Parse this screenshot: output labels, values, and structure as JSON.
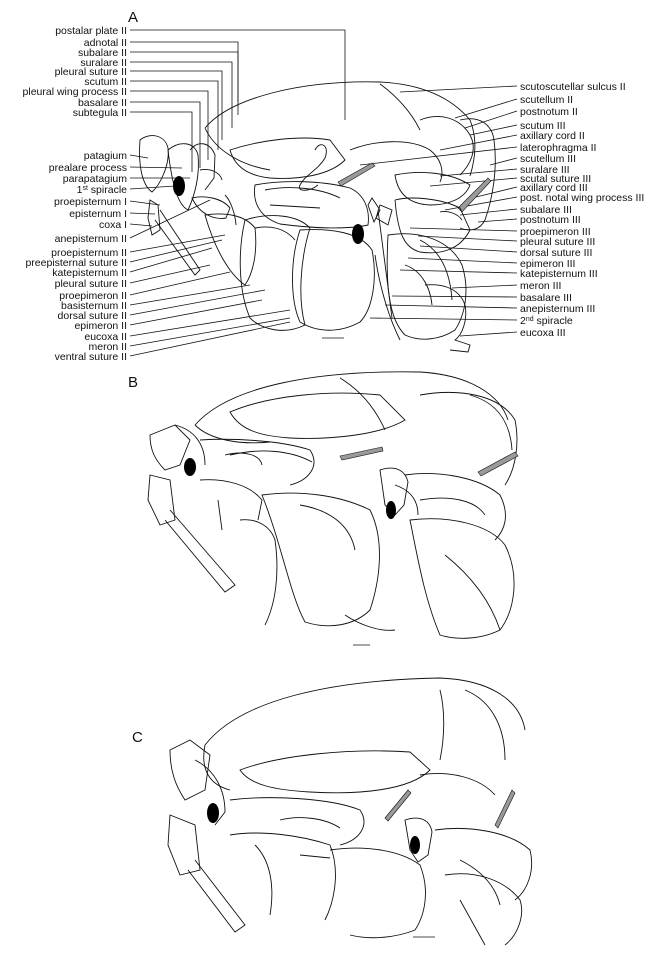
{
  "panels": [
    "A",
    "B",
    "C"
  ],
  "left_labels": [
    {
      "t": "postalar plate II"
    },
    {
      "t": "adnotal II"
    },
    {
      "t": "subalare II"
    },
    {
      "t": "suralare II"
    },
    {
      "t": "pleural suture II"
    },
    {
      "t": "scutum II"
    },
    {
      "t": "pleural wing process II"
    },
    {
      "t": "basalare II"
    },
    {
      "t": "subtegula II"
    },
    {
      "t": "patagium"
    },
    {
      "t": "prealare process"
    },
    {
      "t": "parapatagium"
    },
    {
      "t": "1st spiracle",
      "base": "1",
      "sup": "st",
      "rest": " spiracle"
    },
    {
      "t": "proepisternum I"
    },
    {
      "t": "episternum I"
    },
    {
      "t": "coxa I"
    },
    {
      "t": "anepisternum II"
    },
    {
      "t": "proepisternum II"
    },
    {
      "t": "preepisternal suture II"
    },
    {
      "t": "katepisternum II"
    },
    {
      "t": "pleural suture II"
    },
    {
      "t": "proepimeron II"
    },
    {
      "t": "basisternum II"
    },
    {
      "t": "dorsal suture II"
    },
    {
      "t": "epimeron II"
    },
    {
      "t": "eucoxa II"
    },
    {
      "t": "meron II"
    },
    {
      "t": "ventral suture II"
    }
  ],
  "right_labels": [
    {
      "t": "scutoscutellar sulcus II"
    },
    {
      "t": "scutellum II"
    },
    {
      "t": "postnotum II"
    },
    {
      "t": "scutum III"
    },
    {
      "t": "axillary cord II"
    },
    {
      "t": "laterophragma II"
    },
    {
      "t": "scutellum III"
    },
    {
      "t": "suralare III"
    },
    {
      "t": "scutal suture III"
    },
    {
      "t": "axillary cord III"
    },
    {
      "t": "post. notal wing process III"
    },
    {
      "t": "subalare III"
    },
    {
      "t": "postnotum III"
    },
    {
      "t": "proepimeron III"
    },
    {
      "t": "pleural suture III"
    },
    {
      "t": "dorsal suture III"
    },
    {
      "t": "epimeron III"
    },
    {
      "t": "katepisternum III"
    },
    {
      "t": "meron III"
    },
    {
      "t": "basalare III"
    },
    {
      "t": "anepisternum III"
    },
    {
      "t": "2nd spiracle",
      "base": "2",
      "sup": "nd",
      "rest": " spiracle"
    },
    {
      "t": "eucoxa III"
    }
  ]
}
